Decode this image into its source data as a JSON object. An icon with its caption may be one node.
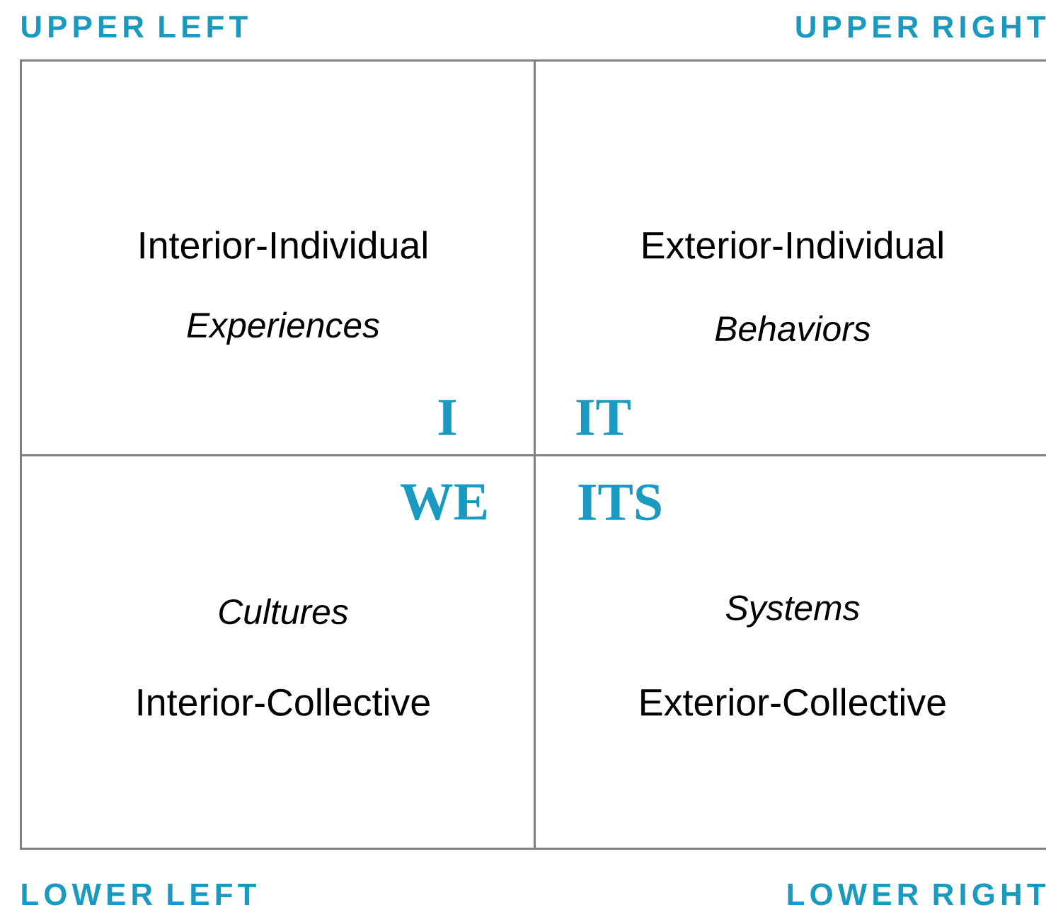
{
  "diagram": {
    "nodes": [
      {
        "text": [
          "Interior-Individual",
          "Experiences",
          "I"
        ]
      },
      {
        "text": [
          "Exterior-Individual",
          "Behaviors",
          "IT"
        ]
      },
      {
        "text": [
          "WE",
          "Cultures",
          "Interior-Collective"
        ]
      },
      {
        "text": [
          "ITS",
          "Systems",
          "Exterior-Collective"
        ]
      }
    ],
    "labels": [
      "UPPER LEFT",
      "UPPER RIGHT",
      "LOWER LEFT",
      "LOWER RIGHT"
    ]
  }
}
